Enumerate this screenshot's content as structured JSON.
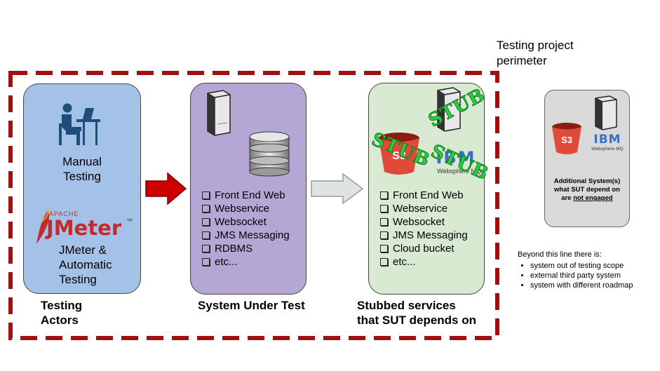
{
  "perimeter": {
    "label_line1": "Testing project",
    "label_line2": "perimeter",
    "color": "#a01010"
  },
  "actors": {
    "manual_line1": "Manual",
    "manual_line2": "Testing",
    "jmeter_logo_small": "APACHE",
    "jmeter_logo_main": "JMeter",
    "jmeter_logo_tm": "™",
    "jmeter_line1": "JMeter &",
    "jmeter_line2": "Automatic",
    "jmeter_line3": "Testing",
    "caption_line1": "Testing",
    "caption_line2": "Actors",
    "color": "#a4c2e8"
  },
  "sut": {
    "items": [
      "Front End Web",
      "Webservice",
      "Websocket",
      "JMS Messaging",
      "RDBMS",
      "etc..."
    ],
    "caption": "System Under Test",
    "color": "#b4a7d6"
  },
  "stubbed": {
    "items": [
      "Front End Web",
      "Webservice",
      "Websocket",
      "JMS Messaging",
      "Cloud bucket",
      "etc..."
    ],
    "caption_line1": "Stubbed services",
    "caption_line2": "that SUT depends on",
    "stub_label": "STUB",
    "s3_label": "S3",
    "ibm_label": "IBM",
    "mq_label": "Websphere MQ",
    "color": "#d9ead3"
  },
  "external": {
    "s3_label": "S3",
    "ibm_label": "IBM",
    "mq_label": "Websphere MQ",
    "note_line1": "Additional System(s)",
    "note_line2": "what SUT depend on",
    "note_prefix": "are ",
    "note_underlined": "not engaged",
    "color": "#d9d9d9"
  },
  "beyond": {
    "title": "Beyond this line there is:",
    "items": [
      "system out of testing scope",
      "external third party system",
      "system with different roadmap"
    ]
  },
  "icons": [
    "person-at-desk-icon",
    "server-icon",
    "database-icon",
    "s3-bucket-icon",
    "ibm-websphere-icon",
    "red-arrow-icon",
    "light-arrow-icon"
  ]
}
